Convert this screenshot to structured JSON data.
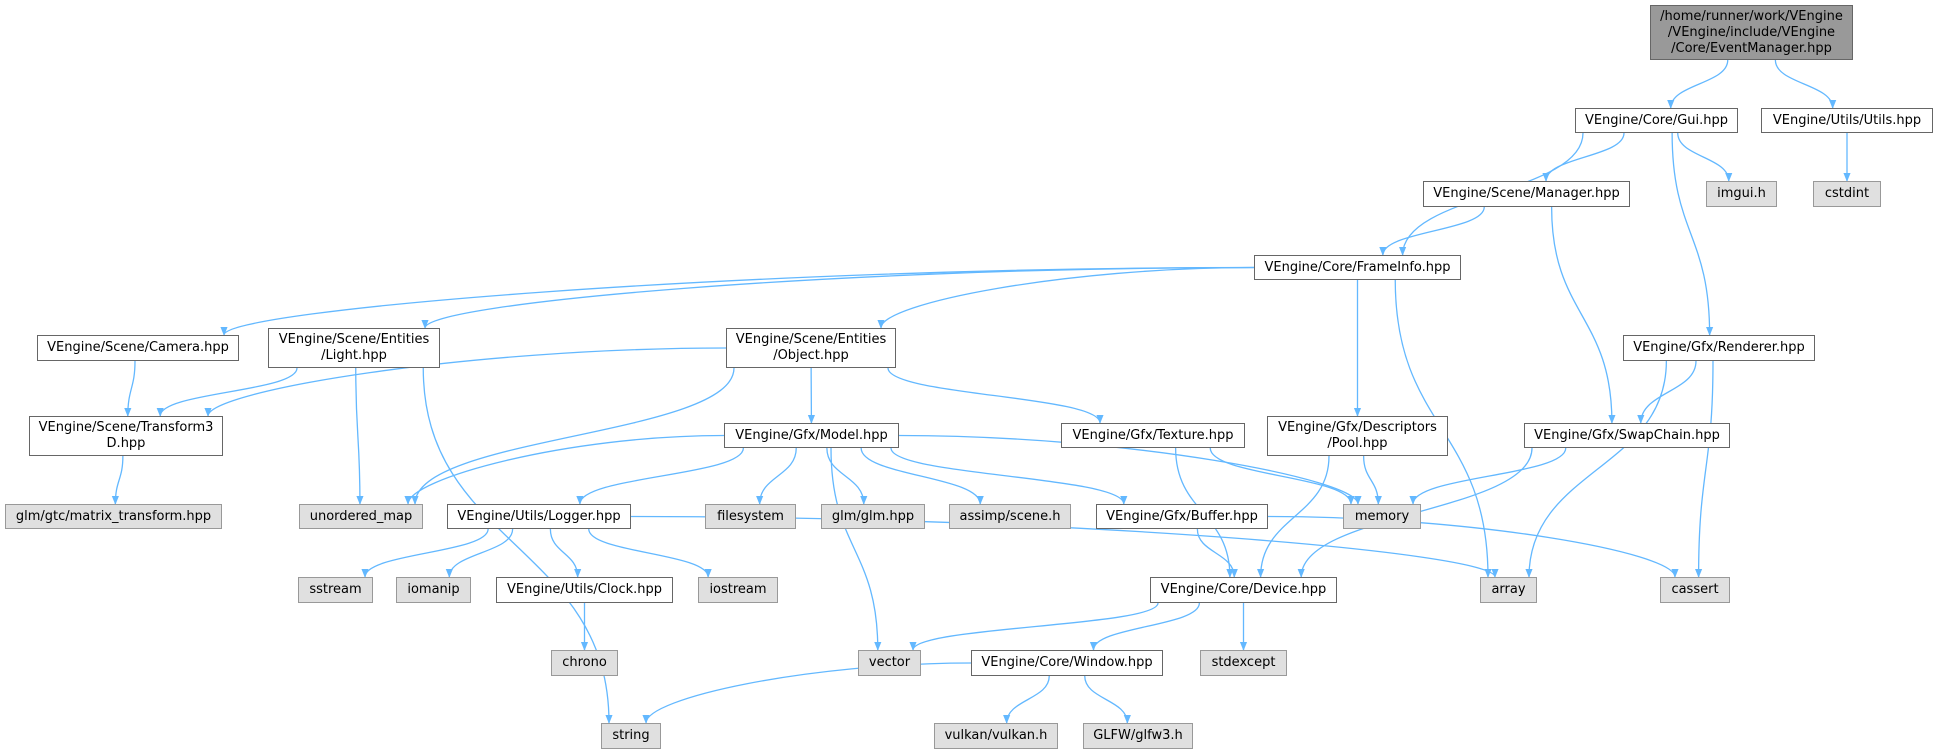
{
  "title": "Include dependency graph for EventManager.hpp",
  "colors": {
    "edge": "#63b8ff",
    "root_fill": "#999999",
    "local_fill": "#ffffff",
    "system_fill": "#e0e0e0"
  },
  "nodes": [
    {
      "id": "em",
      "label": "/home/runner/work/VEngine\n/VEngine/include/VEngine\n/Core/EventManager.hpp",
      "kind": "root"
    },
    {
      "id": "gui",
      "label": "VEngine/Core/Gui.hpp",
      "kind": "local"
    },
    {
      "id": "utils",
      "label": "VEngine/Utils/Utils.hpp",
      "kind": "local"
    },
    {
      "id": "manager",
      "label": "VEngine/Scene/Manager.hpp",
      "kind": "local"
    },
    {
      "id": "imgui",
      "label": "imgui.h",
      "kind": "system"
    },
    {
      "id": "cstdint",
      "label": "cstdint",
      "kind": "system"
    },
    {
      "id": "frameinfo",
      "label": "VEngine/Core/FrameInfo.hpp",
      "kind": "local"
    },
    {
      "id": "camera",
      "label": "VEngine/Scene/Camera.hpp",
      "kind": "local"
    },
    {
      "id": "light",
      "label": "VEngine/Scene/Entities\n/Light.hpp",
      "kind": "local"
    },
    {
      "id": "object",
      "label": "VEngine/Scene/Entities\n/Object.hpp",
      "kind": "local"
    },
    {
      "id": "renderer",
      "label": "VEngine/Gfx/Renderer.hpp",
      "kind": "local"
    },
    {
      "id": "transform",
      "label": "VEngine/Scene/Transform3\nD.hpp",
      "kind": "local"
    },
    {
      "id": "pool",
      "label": "VEngine/Gfx/Descriptors\n/Pool.hpp",
      "kind": "local"
    },
    {
      "id": "model",
      "label": "VEngine/Gfx/Model.hpp",
      "kind": "local"
    },
    {
      "id": "texture",
      "label": "VEngine/Gfx/Texture.hpp",
      "kind": "local"
    },
    {
      "id": "swapchain",
      "label": "VEngine/Gfx/SwapChain.hpp",
      "kind": "local"
    },
    {
      "id": "matrix",
      "label": "glm/gtc/matrix_transform.hpp",
      "kind": "system"
    },
    {
      "id": "umap",
      "label": "unordered_map",
      "kind": "system"
    },
    {
      "id": "logger",
      "label": "VEngine/Utils/Logger.hpp",
      "kind": "local"
    },
    {
      "id": "filesystem",
      "label": "filesystem",
      "kind": "system"
    },
    {
      "id": "glm",
      "label": "glm/glm.hpp",
      "kind": "system"
    },
    {
      "id": "assimp",
      "label": "assimp/scene.h",
      "kind": "system"
    },
    {
      "id": "buffer",
      "label": "VEngine/Gfx/Buffer.hpp",
      "kind": "local"
    },
    {
      "id": "memory",
      "label": "memory",
      "kind": "system"
    },
    {
      "id": "sstream",
      "label": "sstream",
      "kind": "system"
    },
    {
      "id": "iomanip",
      "label": "iomanip",
      "kind": "system"
    },
    {
      "id": "clock",
      "label": "VEngine/Utils/Clock.hpp",
      "kind": "local"
    },
    {
      "id": "iostream",
      "label": "iostream",
      "kind": "system"
    },
    {
      "id": "device",
      "label": "VEngine/Core/Device.hpp",
      "kind": "local"
    },
    {
      "id": "array",
      "label": "array",
      "kind": "system"
    },
    {
      "id": "cassert",
      "label": "cassert",
      "kind": "system"
    },
    {
      "id": "chrono",
      "label": "chrono",
      "kind": "system"
    },
    {
      "id": "vector",
      "label": "vector",
      "kind": "system"
    },
    {
      "id": "window",
      "label": "VEngine/Core/Window.hpp",
      "kind": "local"
    },
    {
      "id": "stdexcept",
      "label": "stdexcept",
      "kind": "system"
    },
    {
      "id": "string",
      "label": "string",
      "kind": "system"
    },
    {
      "id": "vulkan",
      "label": "vulkan/vulkan.h",
      "kind": "system"
    },
    {
      "id": "glfw",
      "label": "GLFW/glfw3.h",
      "kind": "system"
    }
  ],
  "edges": [
    [
      "em",
      "gui"
    ],
    [
      "em",
      "utils"
    ],
    [
      "utils",
      "cstdint"
    ],
    [
      "gui",
      "frameinfo"
    ],
    [
      "gui",
      "manager"
    ],
    [
      "gui",
      "imgui"
    ],
    [
      "gui",
      "renderer"
    ],
    [
      "manager",
      "frameinfo"
    ],
    [
      "manager",
      "swapchain"
    ],
    [
      "frameinfo",
      "camera"
    ],
    [
      "frameinfo",
      "light"
    ],
    [
      "frameinfo",
      "object"
    ],
    [
      "frameinfo",
      "pool"
    ],
    [
      "frameinfo",
      "array"
    ],
    [
      "camera",
      "transform"
    ],
    [
      "light",
      "transform"
    ],
    [
      "light",
      "umap"
    ],
    [
      "light",
      "string"
    ],
    [
      "object",
      "transform"
    ],
    [
      "object",
      "umap"
    ],
    [
      "object",
      "model"
    ],
    [
      "object",
      "texture"
    ],
    [
      "transform",
      "matrix"
    ],
    [
      "renderer",
      "swapchain"
    ],
    [
      "renderer",
      "array"
    ],
    [
      "renderer",
      "cassert"
    ],
    [
      "swapchain",
      "memory"
    ],
    [
      "swapchain",
      "device"
    ],
    [
      "pool",
      "memory"
    ],
    [
      "pool",
      "device"
    ],
    [
      "texture",
      "memory"
    ],
    [
      "texture",
      "device"
    ],
    [
      "model",
      "umap"
    ],
    [
      "model",
      "logger"
    ],
    [
      "model",
      "vector"
    ],
    [
      "model",
      "filesystem"
    ],
    [
      "model",
      "glm"
    ],
    [
      "model",
      "assimp"
    ],
    [
      "model",
      "buffer"
    ],
    [
      "model",
      "memory"
    ],
    [
      "logger",
      "sstream"
    ],
    [
      "logger",
      "iomanip"
    ],
    [
      "logger",
      "clock"
    ],
    [
      "logger",
      "iostream"
    ],
    [
      "logger",
      "array"
    ],
    [
      "clock",
      "chrono"
    ],
    [
      "buffer",
      "device"
    ],
    [
      "buffer",
      "cassert"
    ],
    [
      "device",
      "vector"
    ],
    [
      "device",
      "window"
    ],
    [
      "device",
      "stdexcept"
    ],
    [
      "window",
      "string"
    ],
    [
      "window",
      "vulkan"
    ],
    [
      "window",
      "glfw"
    ]
  ]
}
